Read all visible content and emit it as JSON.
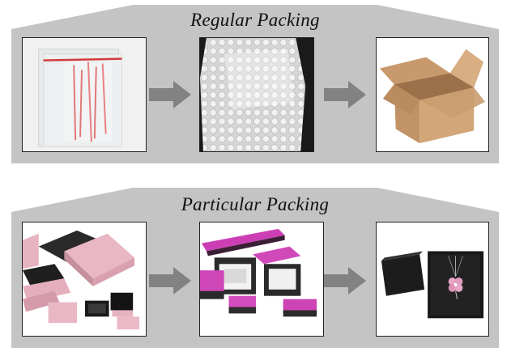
{
  "sections": [
    {
      "title": "Regular Packing",
      "items": [
        "zip-lock-bags",
        "bubble-wrap",
        "cardboard-box"
      ]
    },
    {
      "title": "Particular Packing",
      "items": [
        "pink-gift-boxes",
        "pink-jewelry-boxes",
        "black-jewelry-box-with-pendant"
      ]
    }
  ],
  "colors": {
    "panel": "#c4c4c4",
    "arrow": "#828282",
    "frame_border": "#222222"
  }
}
